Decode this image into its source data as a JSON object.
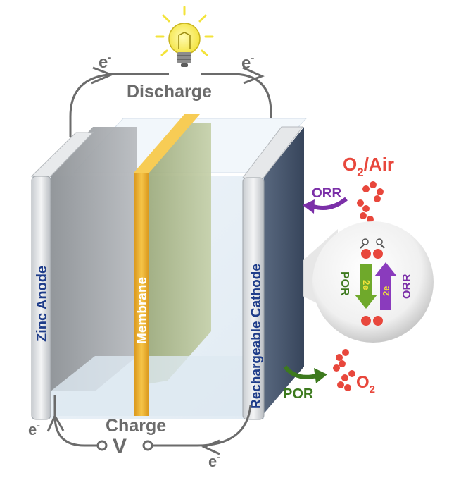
{
  "labels": {
    "discharge": "Discharge",
    "charge": "Charge",
    "electron_top_left": "e",
    "electron_top_right": "e",
    "electron_bottom_left": "e",
    "electron_bottom_right": "e",
    "electron_sup": "-",
    "voltage": "V",
    "zinc_anode": "Zinc Anode",
    "membrane": "Membrane",
    "cathode": "Rechargeable Cathode",
    "o2_air": "O",
    "o2_air_sub": "2",
    "o2_air_suffix": "/Air",
    "orr_top": "ORR",
    "por_bottom": "POR",
    "o2_bottom": "O",
    "o2_bottom_sub": "2",
    "inset_por": "POR",
    "inset_orr": "ORR",
    "inset_2e_down": "2e",
    "inset_2e_up": "2e"
  },
  "colors": {
    "orr": "#7b2fa8",
    "por": "#3d7a1e",
    "oxygen": "#e8473c",
    "cathode_label": "#1f3d8a",
    "membrane": "#f0b429",
    "wire": "#6b6b6b"
  },
  "icons": [
    "light-bulb-icon",
    "voltage-source-icon"
  ]
}
